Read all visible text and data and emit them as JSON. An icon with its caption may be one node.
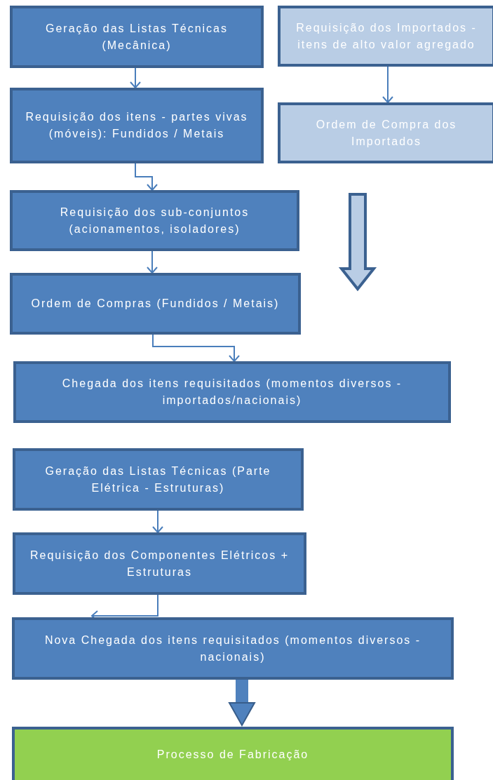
{
  "diagram": {
    "nodes": [
      {
        "text": [
          "Geração das Listas Técnicas (Mecânica)"
        ]
      },
      {
        "text": [
          "Requisição dos Importados - itens de alto valor agregado"
        ]
      },
      {
        "text": [
          "Requisição dos itens - partes vivas (móveis): Fundidos / Metais"
        ]
      },
      {
        "text": [
          "Ordem de Compra dos Importados"
        ]
      },
      {
        "text": [
          "Requisição dos sub-conjuntos (acionamentos, isoladores)"
        ]
      },
      {
        "text": [
          "Ordem de Compras (Fundidos / Metais)"
        ]
      },
      {
        "text": [
          "Chegada dos itens requisitados (momentos diversos - importados/nacionais)"
        ]
      },
      {
        "text": [
          "Geração das Listas Técnicas (Parte Elétrica - Estruturas)"
        ]
      },
      {
        "text": [
          "Requisição dos Componentes Elétricos + Estruturas"
        ]
      },
      {
        "text": [
          "Nova Chegada dos itens requisitados (momentos diversos - nacionais)"
        ]
      },
      {
        "text": [
          "Processo de Fabricação"
        ]
      }
    ],
    "edges": [
      {
        "from": 0,
        "to": 2,
        "arrow": "to"
      },
      {
        "from": 1,
        "to": 3,
        "arrow": "to"
      },
      {
        "from": 2,
        "to": 4,
        "arrow": "to"
      },
      {
        "from": 4,
        "to": 5,
        "arrow": "to"
      },
      {
        "from": 5,
        "to": 6,
        "arrow": "to"
      },
      {
        "from": 7,
        "to": 8,
        "arrow": "to"
      },
      {
        "from": 8,
        "to": 9,
        "arrow": "to"
      },
      {
        "from": 9,
        "to": 10,
        "arrow": "to",
        "style": "thick"
      }
    ]
  }
}
